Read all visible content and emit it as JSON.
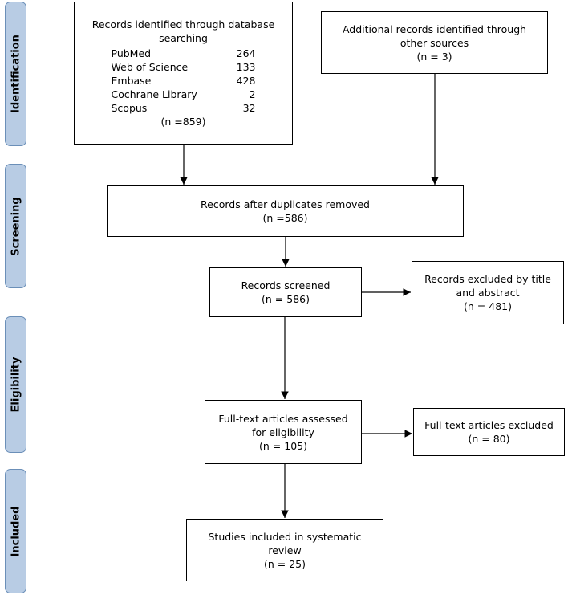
{
  "phases": {
    "identification": "Identification",
    "screening": "Screening",
    "eligibility": "Eligibility",
    "included": "Included"
  },
  "database_search": {
    "title_line1": "Records identified through database",
    "title_line2": "searching",
    "databases": [
      {
        "name": "PubMed",
        "count": "264"
      },
      {
        "name": "Web of Science",
        "count": "133"
      },
      {
        "name": "Embase",
        "count": "428"
      },
      {
        "name": "Cochrane Library",
        "count": "2"
      },
      {
        "name": "Scopus",
        "count": "32"
      }
    ],
    "total": "(n =859)"
  },
  "other_sources": {
    "line1": "Additional records identified through",
    "line2": "other sources",
    "count": "(n = 3)"
  },
  "duplicates_removed": {
    "line1": "Records after duplicates removed",
    "count": "(n =586)"
  },
  "screened": {
    "line1": "Records screened",
    "count": "(n = 586)"
  },
  "excluded_title_abstract": {
    "line1": "Records excluded by title",
    "line2": "and abstract",
    "count": "(n = 481)"
  },
  "fulltext_assessed": {
    "line1": "Full-text articles assessed",
    "line2": "for eligibility",
    "count": "(n = 105)"
  },
  "fulltext_excluded": {
    "line1": "Full-text articles excluded",
    "count": "(n = 80)"
  },
  "included_studies": {
    "line1": "Studies included in systematic",
    "line2": "review",
    "count": "(n = 25)"
  }
}
